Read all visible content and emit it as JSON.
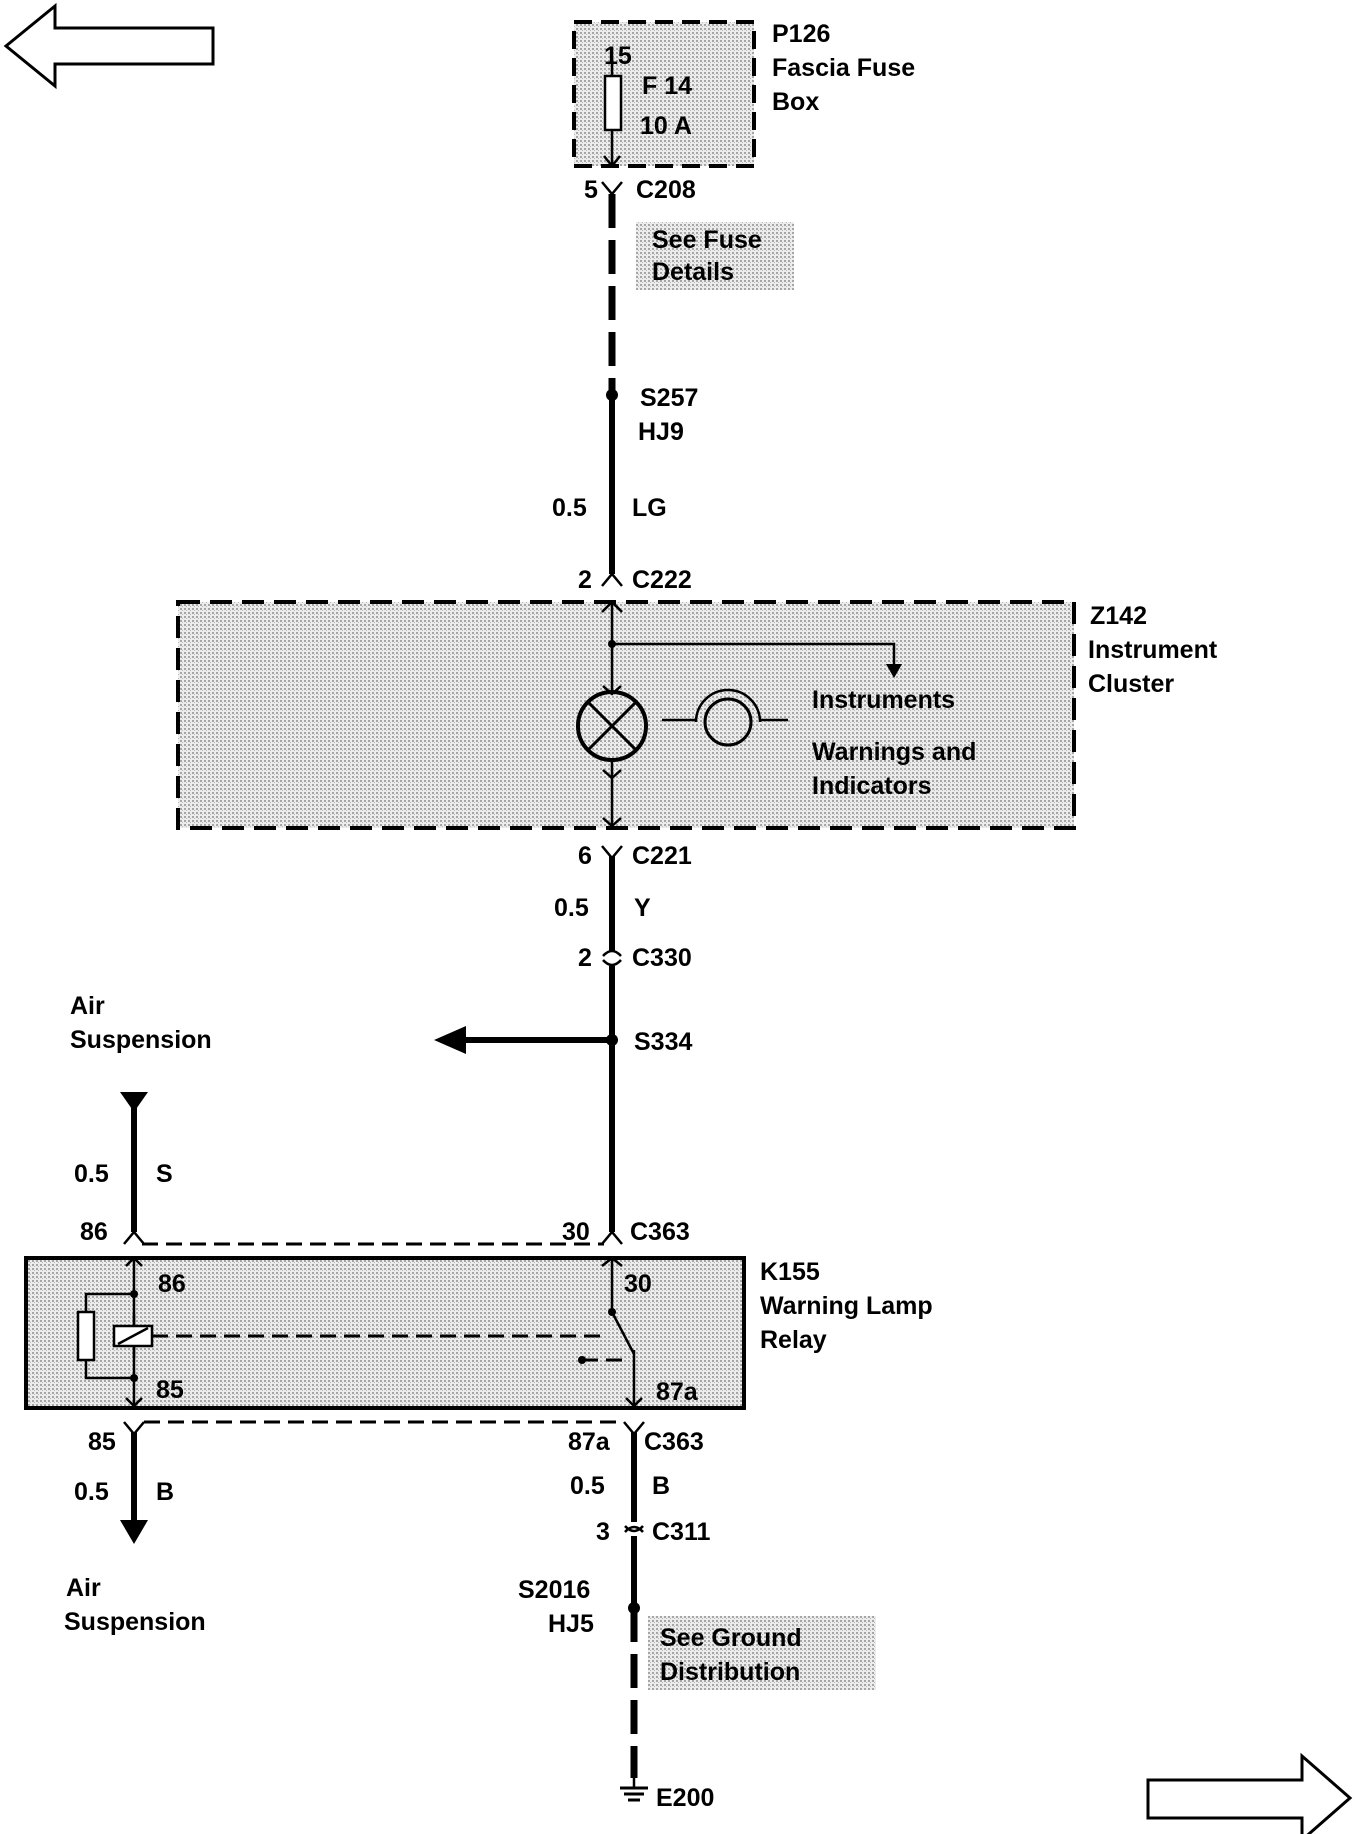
{
  "fuse_box": {
    "ref": "P126",
    "name_line1": "Fascia Fuse",
    "name_line2": "Box",
    "pin": "15",
    "fuse": "F 14",
    "rating": "10 A"
  },
  "connectors": {
    "c208": {
      "pin": "5",
      "ref": "C208"
    },
    "c222": {
      "pin": "2",
      "ref": "C222"
    },
    "c221": {
      "pin": "6",
      "ref": "C221"
    },
    "c330": {
      "pin": "2",
      "ref": "C330"
    },
    "c363_top": {
      "pin_left": "86",
      "pin_right": "30",
      "ref": "C363"
    },
    "c363_bottom": {
      "pin_left": "85",
      "pin_right": "87a",
      "ref": "C363"
    },
    "c311": {
      "pin": "3",
      "ref": "C311"
    }
  },
  "notes": {
    "fuse_details_line1": "See Fuse",
    "fuse_details_line2": "Details",
    "ground_line1": "See Ground",
    "ground_line2": "Distribution"
  },
  "splices": {
    "s257": {
      "ref": "S257",
      "harness": "HJ9"
    },
    "s334": {
      "ref": "S334"
    },
    "s2016": {
      "ref": "S2016",
      "harness": "HJ5"
    }
  },
  "wires": {
    "w1": {
      "size": "0.5",
      "color": "LG"
    },
    "w2": {
      "size": "0.5",
      "color": "Y"
    },
    "w3": {
      "size": "0.5",
      "color": "S"
    },
    "w4": {
      "size": "0.5",
      "color": "B"
    },
    "w5": {
      "size": "0.5",
      "color": "B"
    }
  },
  "cluster": {
    "ref": "Z142",
    "name_line1": "Instrument",
    "name_line2": "Cluster",
    "instruments": "Instruments",
    "warnings_line1": "Warnings and",
    "warnings_line2": "Indicators"
  },
  "relay": {
    "ref": "K155",
    "name_line1": "Warning Lamp",
    "name_line2": "Relay",
    "pin86": "86",
    "pin85": "85",
    "pin30": "30",
    "pin87a": "87a"
  },
  "air_suspension": {
    "top_line1": "Air",
    "top_line2": "Suspension",
    "bottom_line1": "Air",
    "bottom_line2": "Suspension"
  },
  "ground": {
    "ref": "E200"
  }
}
